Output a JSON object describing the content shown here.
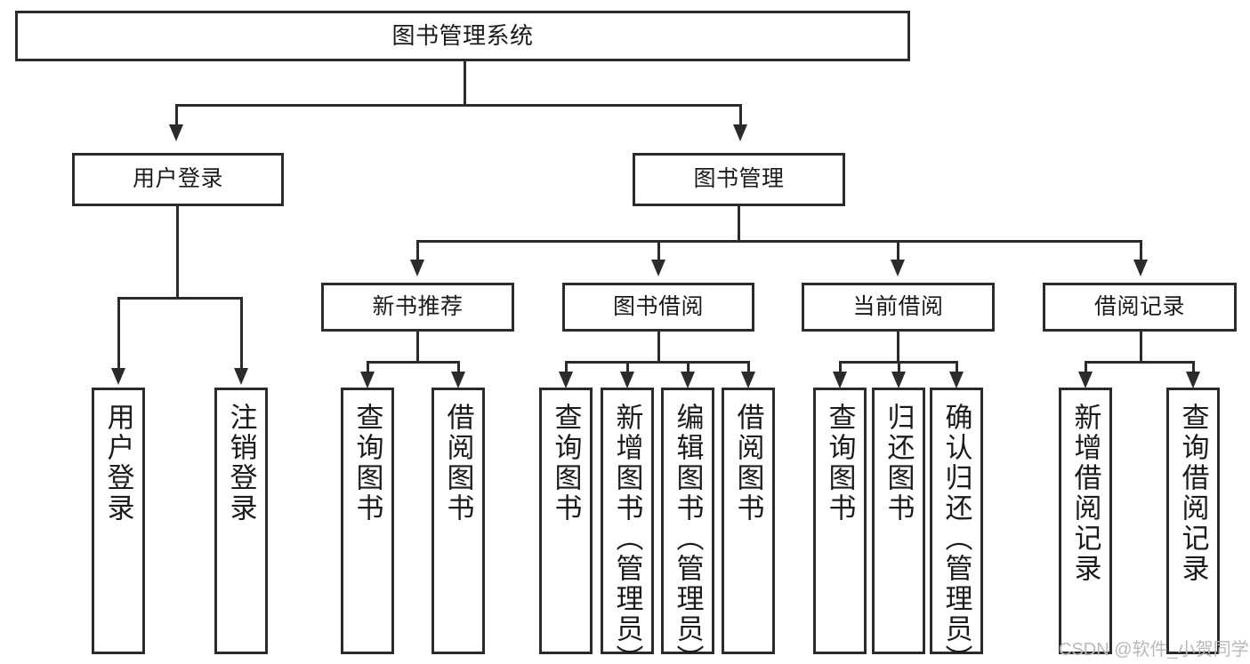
{
  "diagram": {
    "type": "tree-hierarchy-functional-decomposition",
    "root": {
      "label": "图书管理系统"
    },
    "level2": [
      {
        "label": "用户登录"
      },
      {
        "label": "图书管理"
      }
    ],
    "level3": [
      {
        "label": "新书推荐"
      },
      {
        "label": "图书借阅"
      },
      {
        "label": "当前借阅"
      },
      {
        "label": "借阅记录"
      }
    ],
    "leaves": {
      "user_login": [
        {
          "label": "用户登录"
        },
        {
          "label": "注销登录"
        }
      ],
      "new_book_recommend": [
        {
          "label": "查询图书"
        },
        {
          "label": "借阅图书"
        }
      ],
      "book_borrow": [
        {
          "label": "查询图书"
        },
        {
          "label": "新增图书（管理员）"
        },
        {
          "label": "编辑图书（管理员）"
        },
        {
          "label": "借阅图书"
        }
      ],
      "current_borrow": [
        {
          "label": "查询图书"
        },
        {
          "label": "归还图书"
        },
        {
          "label": "确认归还（管理员）"
        }
      ],
      "borrow_record": [
        {
          "label": "新增借阅记录"
        },
        {
          "label": "查询借阅记录"
        }
      ]
    }
  },
  "watermark": {
    "text": "CSDN @软件_小贺同学"
  },
  "colors": {
    "stroke": "#2b2b2b",
    "fill": "#ffffff",
    "text": "#1b1b1b",
    "watermark": "#b9b9b9"
  }
}
